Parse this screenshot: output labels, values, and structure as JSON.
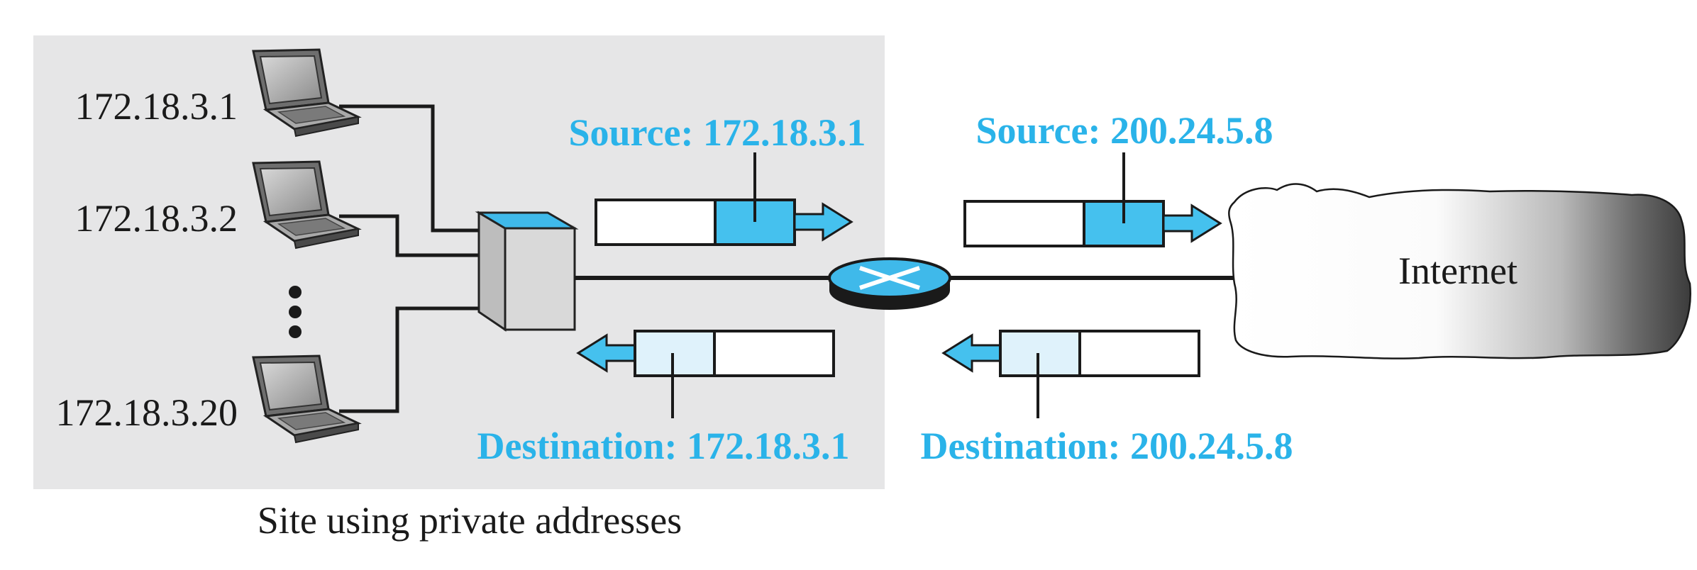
{
  "diagram": {
    "hosts": [
      {
        "address": "172.18.3.1"
      },
      {
        "address": "172.18.3.2"
      },
      {
        "address": "172.18.3.20"
      }
    ],
    "outgoing_internal_label": "Source: 172.18.3.1",
    "outgoing_external_label": "Source: 200.24.5.8",
    "incoming_internal_label": "Destination: 172.18.3.1",
    "incoming_external_label": "Destination: 200.24.5.8",
    "cloud_label": "Internet",
    "site_caption": "Site using private addresses",
    "colors": {
      "accent": "#2ab3e9",
      "accent_fill": "#45c1ee",
      "light_fill": "#dff2fb",
      "site_background": "#e6e6e7",
      "line": "#1a1a1a"
    }
  }
}
